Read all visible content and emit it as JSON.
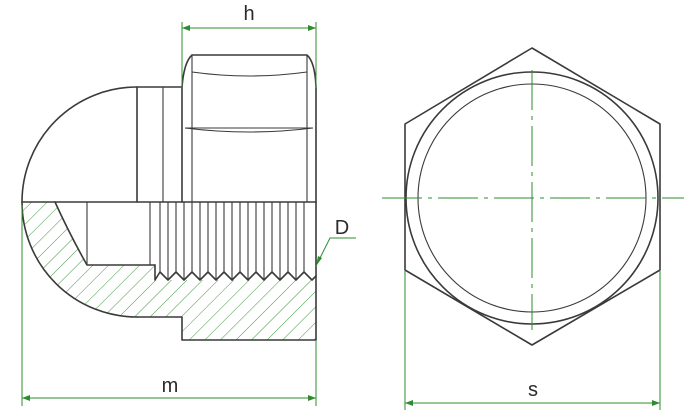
{
  "labels": {
    "h": "h",
    "d": "D",
    "m": "m",
    "s": "s"
  },
  "colors": {
    "outline": "#3a3a3a",
    "dimension": "#2e8b2e",
    "background": "#ffffff"
  }
}
